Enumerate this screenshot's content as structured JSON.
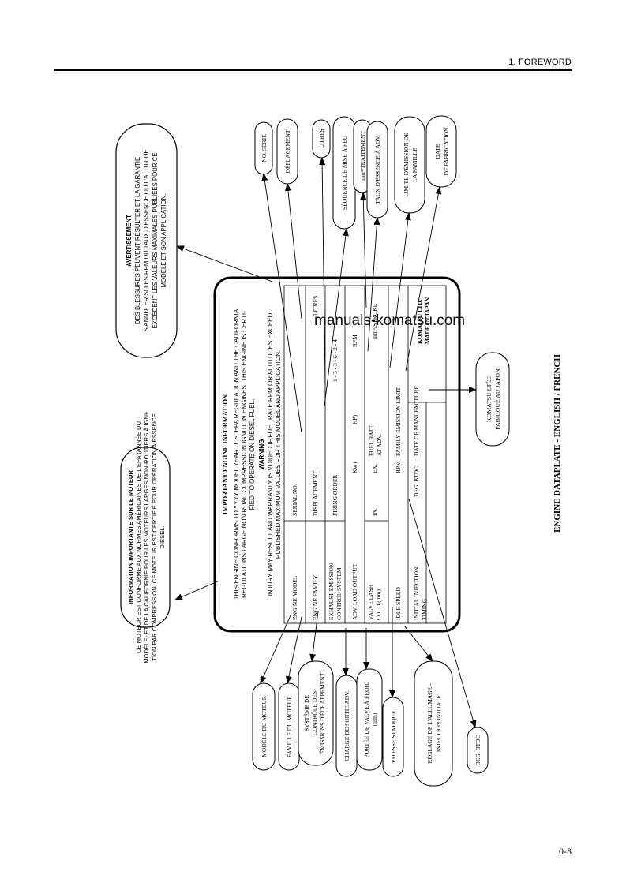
{
  "header": {
    "title": "1. FOREWORD"
  },
  "page_number": "0-3",
  "watermark": "manuals-komatsu.com",
  "figure_caption": "ENGINE DATAPLATE - ENGLISH / FRENCH",
  "plate": {
    "title": "IMPORTANT ENGINE INFORMATION",
    "statement": [
      "THIS ENGINE CONFORMS TO YYYY MODEL YEAR U. S. EPA REGULATION AND THE CALIFORNIA",
      "REGULATIONS LARGE NON ROAD COMPRESSION IGNITION ENGINES. THIS ENGINE IS CERTI-",
      "FIED TO OPERATE ON DIESEL FUEL."
    ],
    "warning_title": "WARNING",
    "warning_lines": [
      "INJURY MAY RESULT AND WARRANTY IS VOIDED IF FUEL RATE RPM OR ALTITUDES EXCEED",
      "PUBLISHED MAXIMUM VALUES FOR THIS MODEL AND APPLICATION."
    ],
    "fields": {
      "engine_model": "ENGINE MODEL",
      "serial_no": "SERIAL NO.",
      "engine_family": "ENGINE FAMILY",
      "displacement": "DISPLACEMENT",
      "litres": "LITRES",
      "exhaust_emission": "EXHAUST EMISSION",
      "control_system": "CONTROL SYSTEM",
      "firing_order": "FIRING ORDER",
      "firing_order_value": "1 - 5 - 3 - 6 - 2 - 4",
      "adv_load_output": "ADV. LOAD OUTPUT",
      "kw": "Kw (",
      "hp": "HP)",
      "rpm": "RPM",
      "valve_lash": "VALVE LASH",
      "cold_mm": "COLD (mm)",
      "in": "IN.",
      "ex": "EX.",
      "fuel_rate": "FUEL RATE",
      "at_adv": "AT ADV.",
      "mm_stroke": "mm³/STROKE",
      "idle_speed": "IDLE SPEED",
      "rpm2": "RPM",
      "family_emission_limit": "FAMILY EMISSION LIMIT",
      "initial_injection": "INITIAL INJECTION",
      "timing": "TIMING",
      "deg_btdc": "DEG. BTDC",
      "date_of_manufacture": "DATE OF MANUFACTURE",
      "maker1": "KOMATSU LTD.",
      "maker2": "MADE IN JAPAN"
    }
  },
  "callouts": {
    "information": [
      "INFORMATION IMPORTANTE SUR LE MOTEUR",
      "CE MOTEUR EST CONFORME AUX NORMES AMÉRICAINES DE L'EPA (ANNÉE DU",
      "MODÈLE) ET DE LA CALIFORNIE POUR LES MOTEURS LARGES NON-ROUTIERS À IGNI-",
      "TION PAR COMPRESSION.  CE MOTEUR EST CERTIFIÉ POUR OPÉRATION À ESSENCE",
      "DIESEL."
    ],
    "avertissement": [
      "AVERTISSEMENT",
      "DES BLESSURES PEUVENT RÉSULTER ET LA GARANTIE",
      "S'ANNULER SI LES RPM DU TAUX D'ESSENCE OU L'ALTITUDE",
      "EXCÈDENT LES VALEURS MAXIMALES PUBLIÉES POUR CE",
      "MODÈLE ET SON APPLICATION."
    ],
    "no_serie": "NO. SÉRIE",
    "deplacement": "DÉPLACEMENT",
    "litres": "LITRES",
    "sequence": "SÉQUENCE DE MISE À FEU",
    "mm_traitement": "mm³/TRAITEMENT",
    "taux": "TAUX D'ESSENCE À ADV.",
    "limite": [
      "LIMITE D'ÉMISSION DE",
      "LA FAMILLE"
    ],
    "date": [
      "DATE",
      "DE FABRICATION"
    ],
    "komatsu": [
      "KOMATSU LTÉE",
      "FABRIQUÉ AU JAPON"
    ],
    "modele": "MODÈLE DU MOTEUR",
    "famille": "FAMILLE DU MOTEUR",
    "systeme": [
      "SYSTÈME DE",
      "CONTRÔLE DES",
      "ÉMISSIONS D'ÉCHAPPEMENT"
    ],
    "charge": "CHARGE DE SORTIE ADV.",
    "portee": [
      "PORTÉE DE VALVE À FROID",
      "(mm)"
    ],
    "vitesse": "VITESSE STATIQUE",
    "reglage": [
      "RÉGLAGE DE L'ALLUMAGE -",
      "INJECTION INITIALE"
    ],
    "deg_btdc": "DEG. BTDC"
  }
}
